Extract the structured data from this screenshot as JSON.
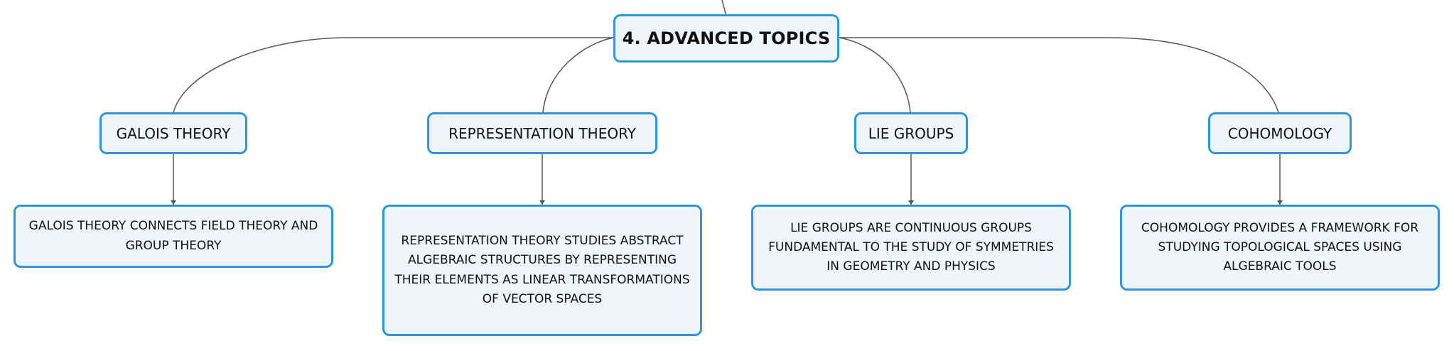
{
  "diagram": {
    "root": "4. ADVANCED TOPICS",
    "topics": [
      {
        "label": "GALOIS THEORY",
        "description": "GALOIS THEORY CONNECTS FIELD THEORY AND GROUP THEORY"
      },
      {
        "label": "REPRESENTATION THEORY",
        "description": "REPRESENTATION THEORY STUDIES ABSTRACT ALGEBRAIC STRUCTURES BY REPRESENTING THEIR ELEMENTS AS LINEAR TRANSFORMATIONS OF VECTOR SPACES"
      },
      {
        "label": "LIE GROUPS",
        "description": "LIE GROUPS ARE CONTINUOUS GROUPS FUNDAMENTAL TO THE STUDY OF SYMMETRIES IN GEOMETRY AND PHYSICS"
      },
      {
        "label": "COHOMOLOGY",
        "description": "COHOMOLOGY PROVIDES A FRAMEWORK FOR STUDYING TOPOLOGICAL SPACES USING ALGEBRAIC TOOLS"
      }
    ],
    "colors": {
      "border": "#2f97d9",
      "fill": "#eef6fd",
      "edge": "#555555"
    }
  }
}
